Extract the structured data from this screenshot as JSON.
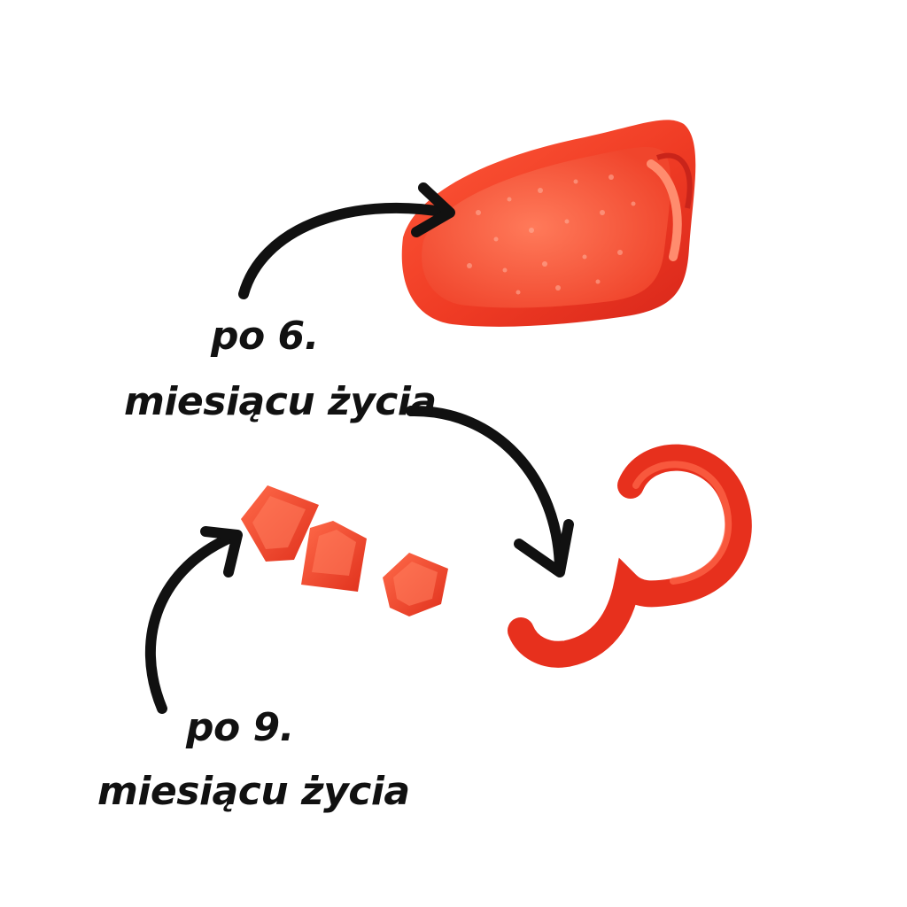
{
  "labels": {
    "stage_6_line1": "po 6.",
    "stage_6_line2": "miesiącu życia",
    "stage_9_line1": "po 9.",
    "stage_9_line2": "miesiącu życia"
  },
  "colors": {
    "background": "#ffffff",
    "pepper_red": "#ee3a24",
    "pepper_light": "#f56b4f",
    "pepper_dark": "#c91f12",
    "arrow": "#111111",
    "text": "#111111"
  }
}
